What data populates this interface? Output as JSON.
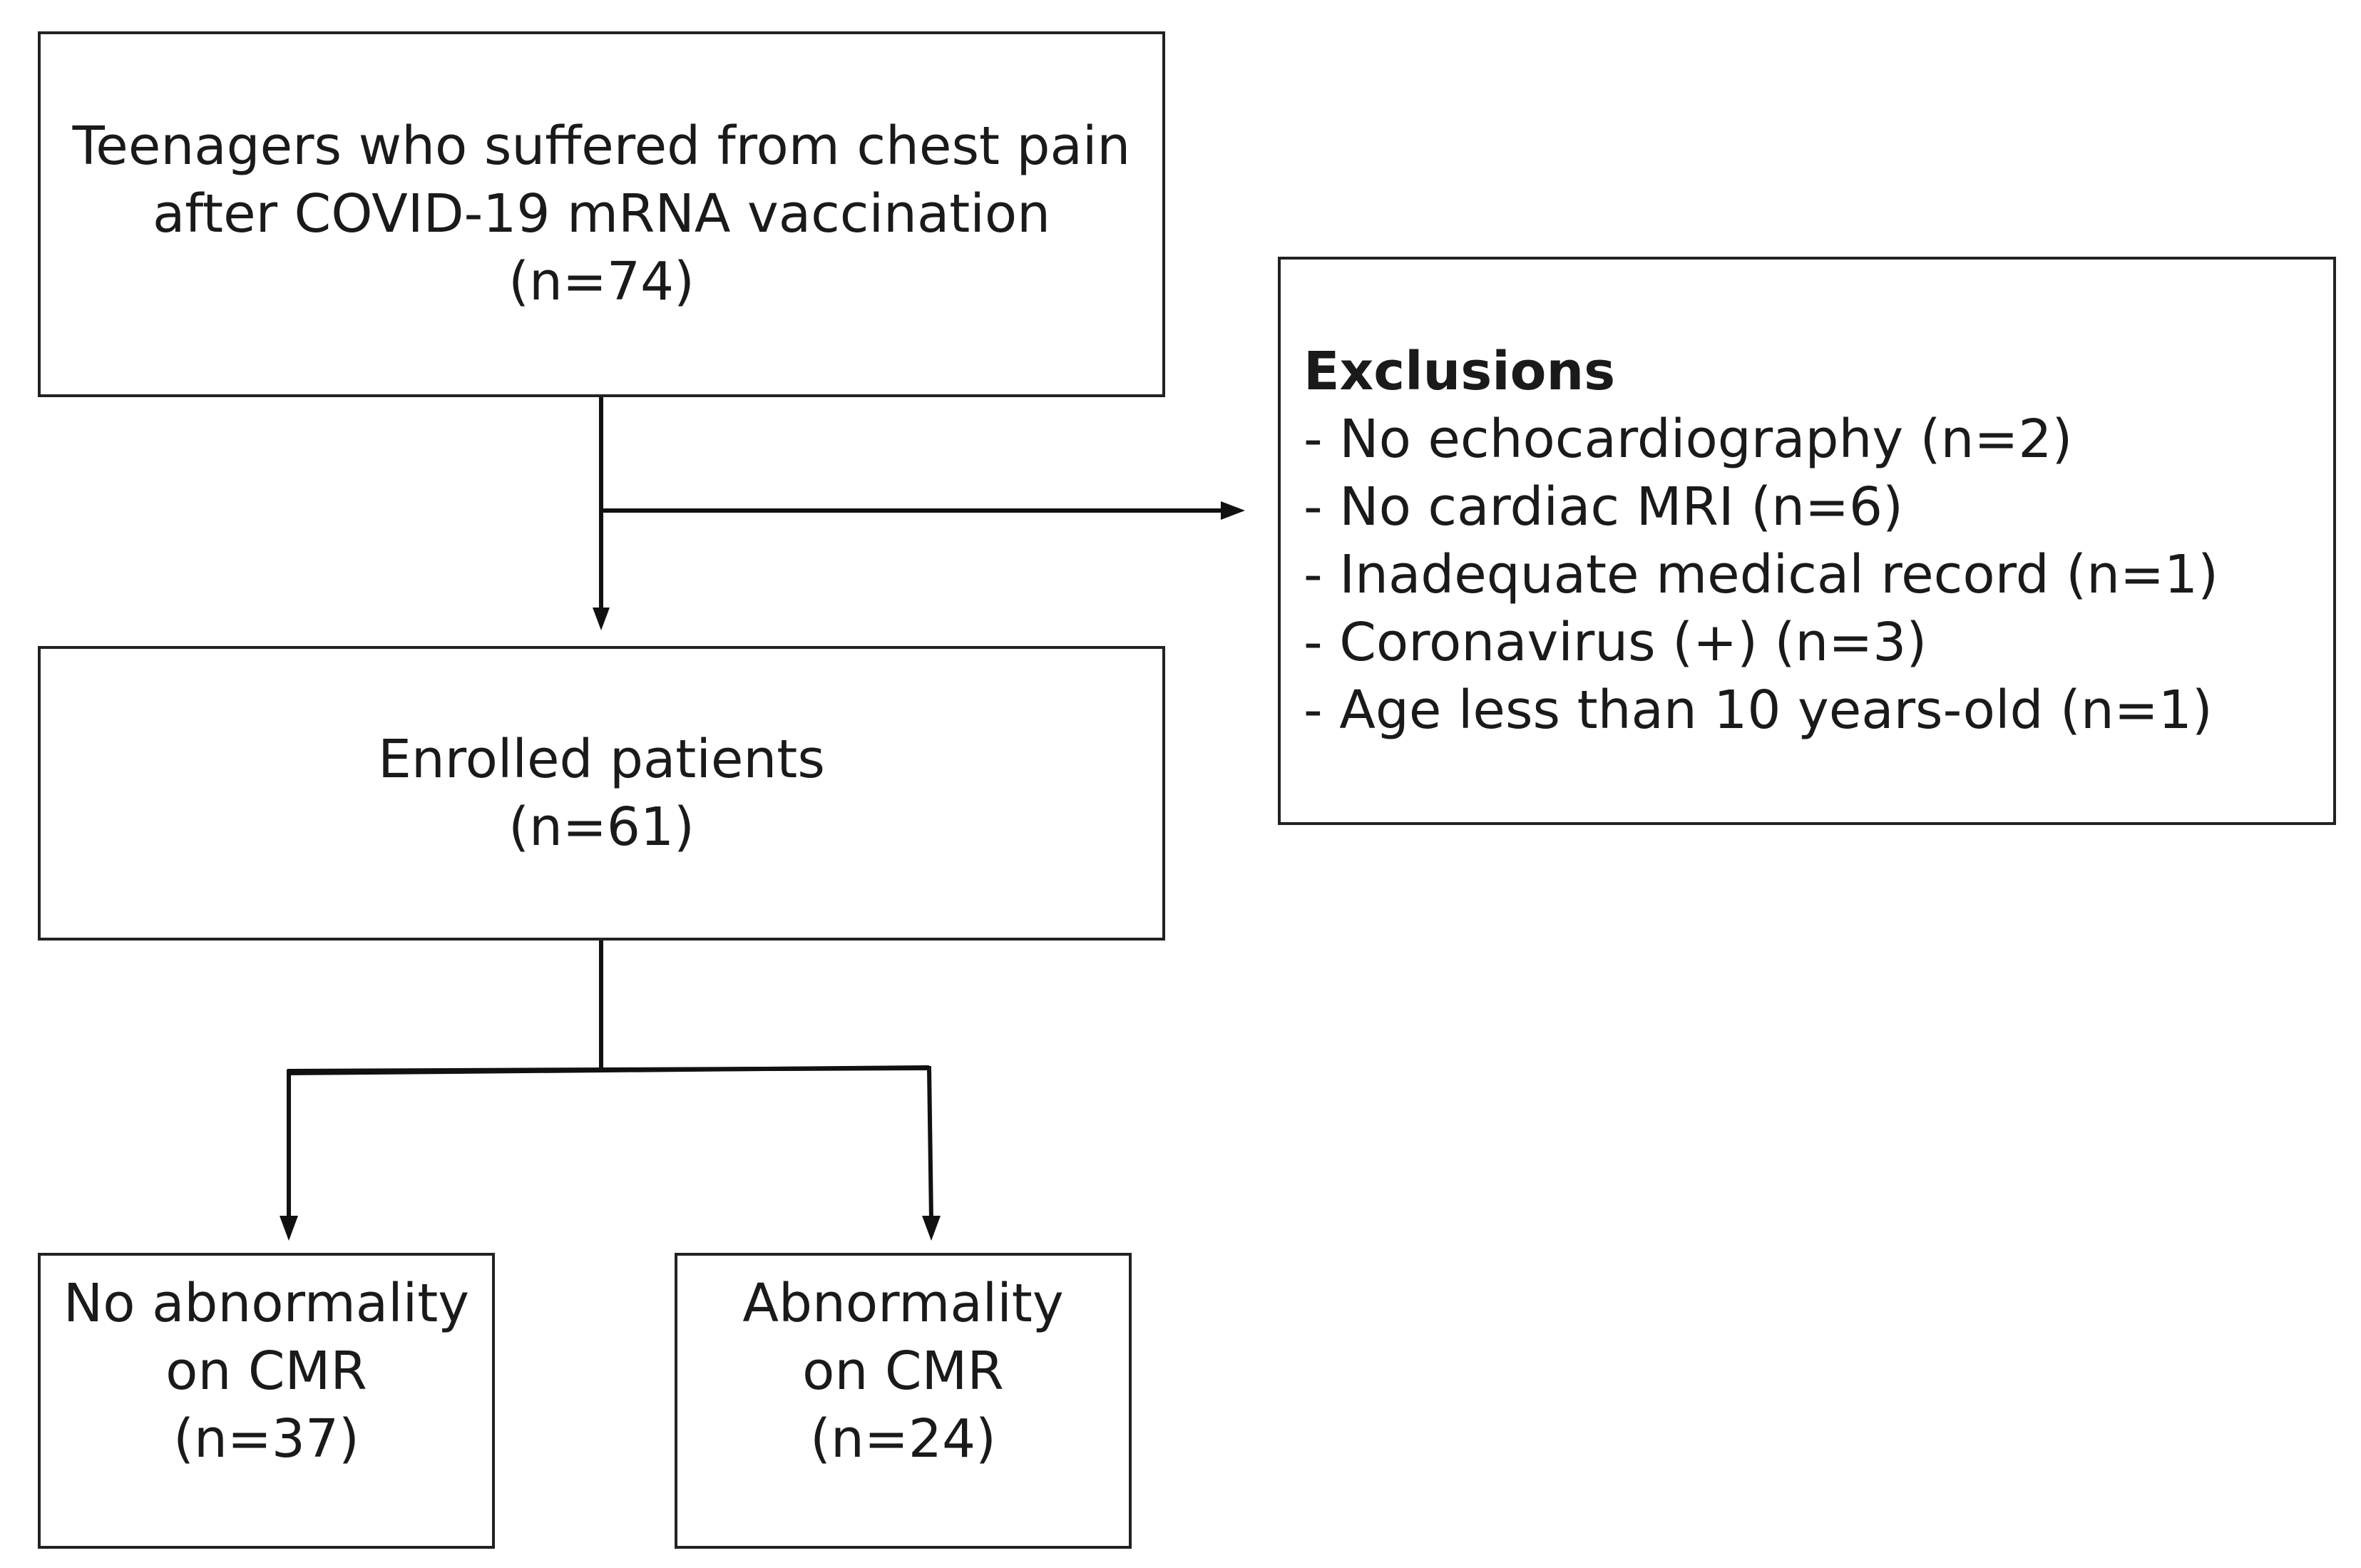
{
  "start_box": {
    "line1": "Teenagers who suffered from chest pain",
    "line2": "after COVID-19 mRNA vaccination",
    "line3": "(n=74)"
  },
  "exclusions": {
    "title": "Exclusions",
    "items": [
      "- No echocardiography (n=2)",
      "- No cardiac MRI (n=6)",
      "- Inadequate medical record (n=1)",
      "- Coronavirus (+) (n=3)",
      "- Age less than 10 years-old (n=1)"
    ]
  },
  "enrolled_box": {
    "line1": "Enrolled patients",
    "line2": "(n=61)"
  },
  "no_abnormality_box": {
    "line1": "No abnormality",
    "line2": "on CMR",
    "line3": "(n=37)"
  },
  "abnormality_box": {
    "line1": "Abnormality",
    "line2": "on CMR",
    "line3": "(n=24)"
  },
  "colors": {
    "line": "#111111",
    "border": "#222222",
    "text": "#1a1a1a"
  }
}
